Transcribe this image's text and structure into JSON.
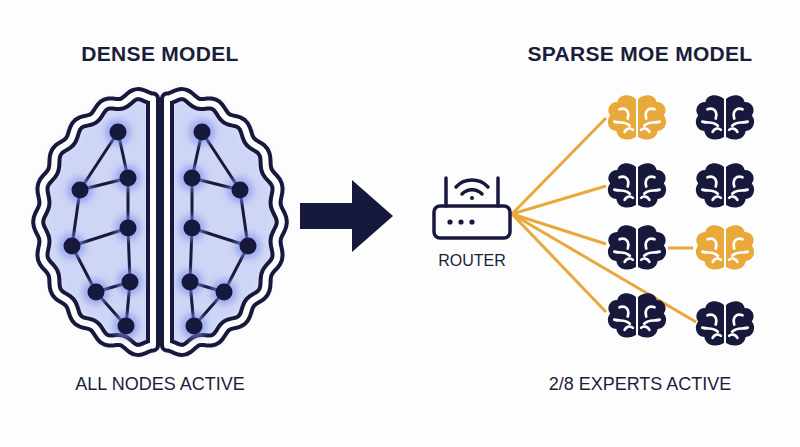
{
  "diagram": {
    "labels": [
      "DENSE MODEL",
      "SPARSE MOE MODEL",
      "ROUTER",
      "ALL NODES ACTIVE",
      "2/8 EXPERTS ACTIVE"
    ]
  }
}
